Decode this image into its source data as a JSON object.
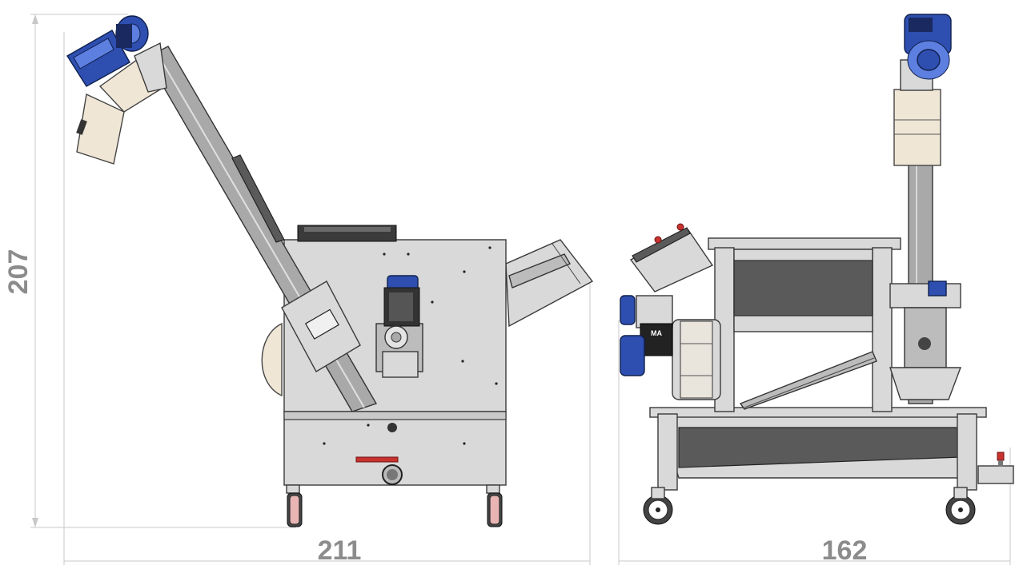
{
  "dimensions": {
    "height_label": "207",
    "width_side_label": "211",
    "width_front_label": "162"
  },
  "colors": {
    "dimension_text": "#8c8c8c",
    "stainless_steel": "#d9d9d9",
    "motor_blue": "#2e4fb0",
    "hopper_cream": "#efe6d6",
    "handle_red": "#c8322f"
  },
  "views": [
    "side-view",
    "front-view"
  ]
}
